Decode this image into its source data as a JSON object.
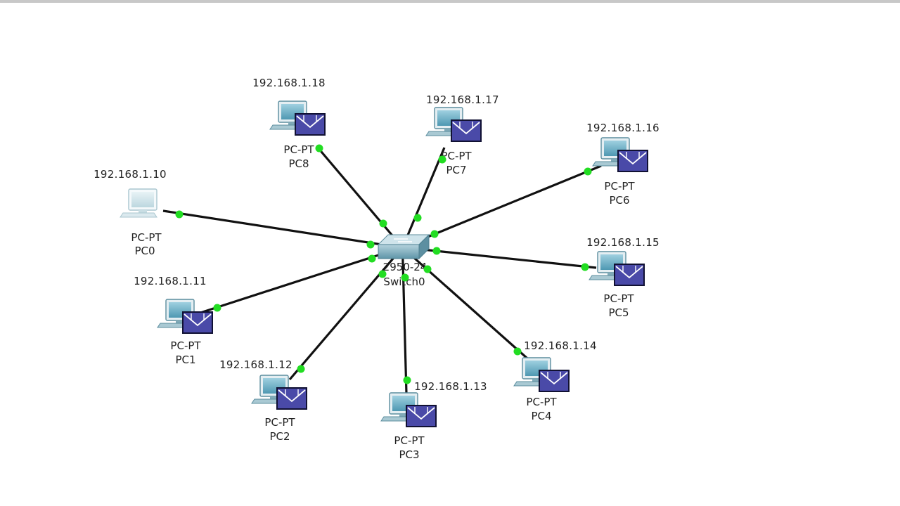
{
  "switch": {
    "model": "2950-24",
    "name": "Switch0"
  },
  "devices": [
    {
      "id": "pc0",
      "type": "PC-PT",
      "name": "PC0",
      "ip": "192.168.1.10",
      "pending_message": false
    },
    {
      "id": "pc1",
      "type": "PC-PT",
      "name": "PC1",
      "ip": "192.168.1.11",
      "pending_message": true
    },
    {
      "id": "pc2",
      "type": "PC-PT",
      "name": "PC2",
      "ip": "192.168.1.12",
      "pending_message": true
    },
    {
      "id": "pc3",
      "type": "PC-PT",
      "name": "PC3",
      "ip": "192.168.1.13",
      "pending_message": true
    },
    {
      "id": "pc4",
      "type": "PC-PT",
      "name": "PC4",
      "ip": "192.168.1.14",
      "pending_message": true
    },
    {
      "id": "pc5",
      "type": "PC-PT",
      "name": "PC5",
      "ip": "192.168.1.15",
      "pending_message": true
    },
    {
      "id": "pc6",
      "type": "PC-PT",
      "name": "PC6",
      "ip": "192.168.1.16",
      "pending_message": true
    },
    {
      "id": "pc7",
      "type": "PC-PT",
      "name": "PC7",
      "ip": "192.168.1.17",
      "pending_message": true
    },
    {
      "id": "pc8",
      "type": "PC-PT",
      "name": "PC8",
      "ip": "192.168.1.18",
      "pending_message": true
    }
  ],
  "link_status_color": "#22dd22",
  "link_color": "#111111",
  "envelope_color": "#4a4aa8"
}
